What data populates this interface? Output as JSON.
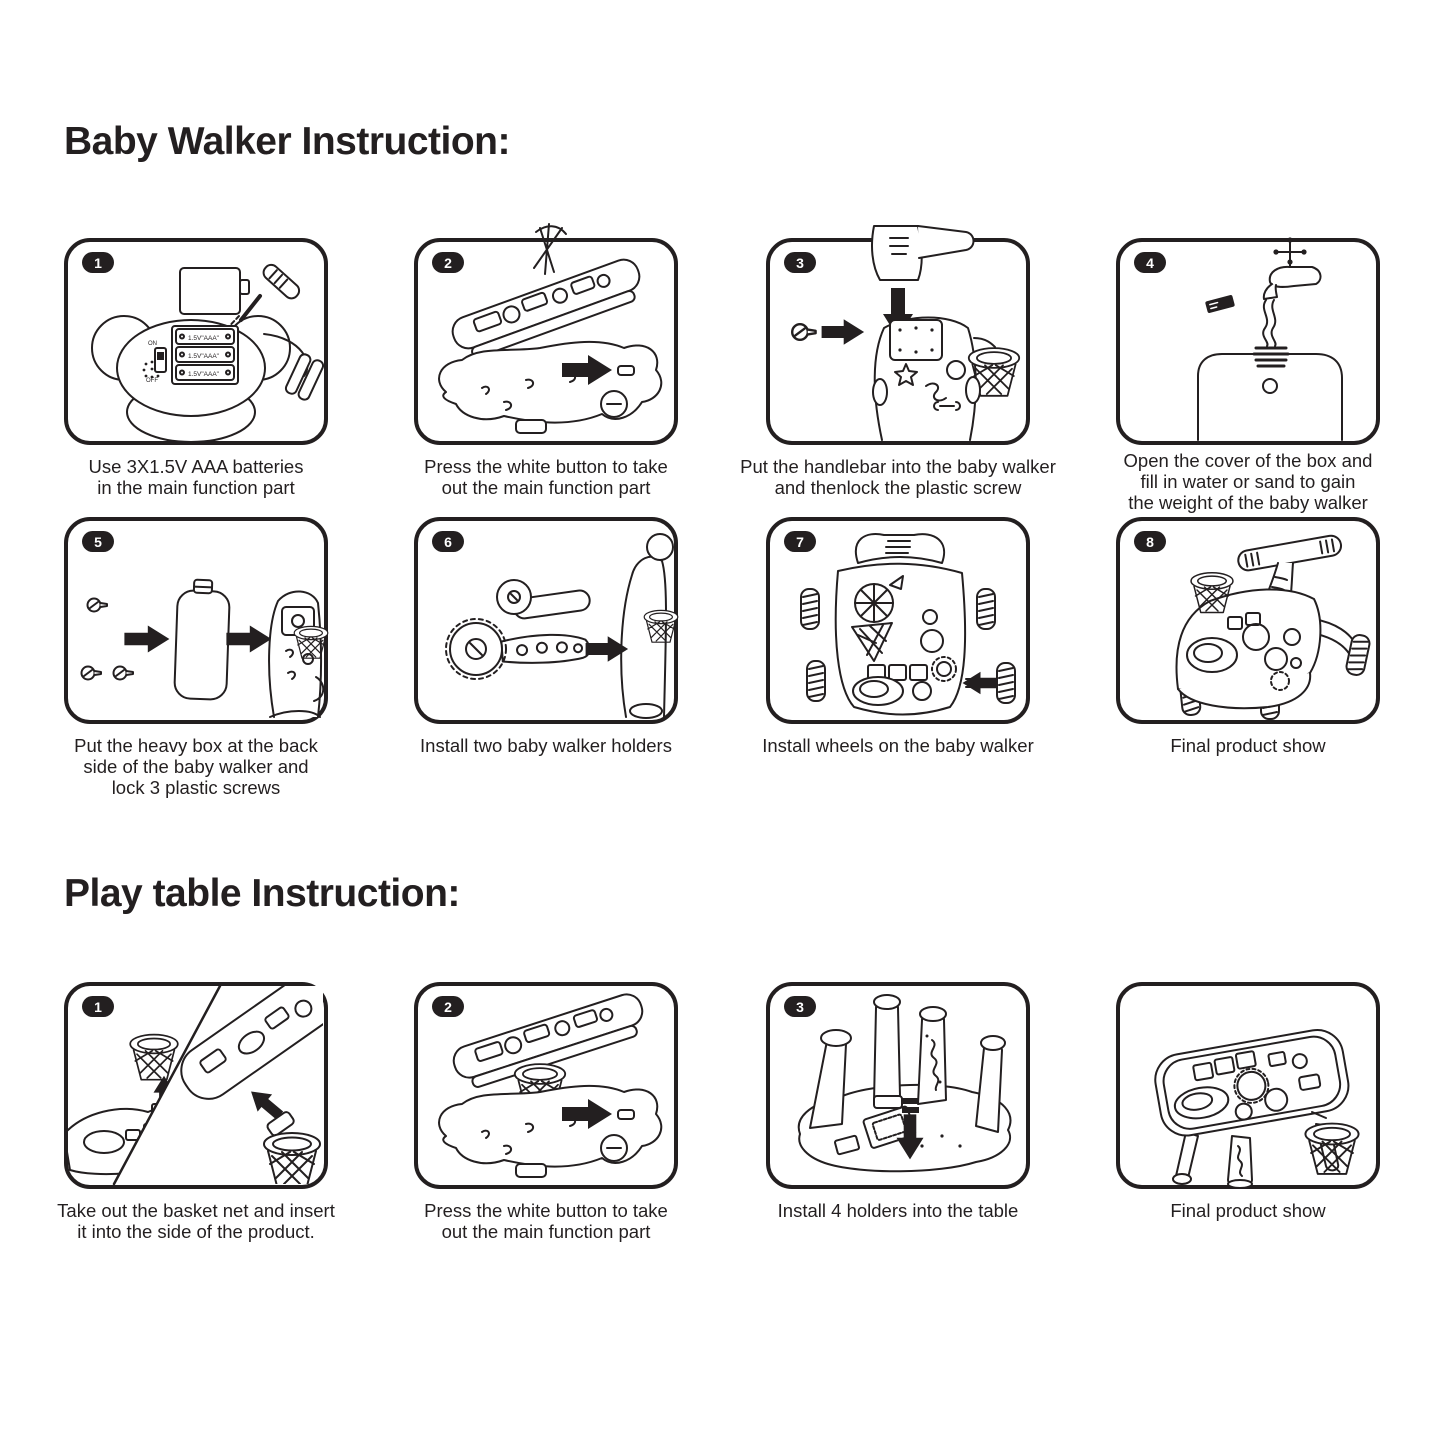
{
  "colors": {
    "ink": "#231f20",
    "paper": "#ffffff"
  },
  "art_labels": {
    "battery": "1.5V\"AAA\"",
    "switch_on": "ON",
    "switch_off": "OFF"
  },
  "sections": [
    {
      "title": "Baby Walker Instruction:",
      "steps": [
        {
          "badge": "1",
          "caption": "Use 3X1.5V AAA batteries\nin the main function part"
        },
        {
          "badge": "2",
          "caption": "Press the white button to take\nout the main function part"
        },
        {
          "badge": "3",
          "caption": "Put the handlebar into the baby walker\nand thenlock the plastic screw"
        },
        {
          "badge": "4",
          "caption": "Open the cover of the box and\nfill in water or sand to gain\nthe weight of the baby walker"
        },
        {
          "badge": "5",
          "caption": "Put the heavy box at the back\nside of the baby walker and\nlock 3 plastic screws"
        },
        {
          "badge": "6",
          "caption": "Install two baby walker holders"
        },
        {
          "badge": "7",
          "caption": "Install wheels on the baby walker"
        },
        {
          "badge": "8",
          "caption": "Final product show"
        }
      ]
    },
    {
      "title": "Play table Instruction:",
      "steps": [
        {
          "badge": "1",
          "caption": "Take out the basket net and insert\nit into the side of the product."
        },
        {
          "badge": "2",
          "caption": "Press the white button to take\nout the main function part"
        },
        {
          "badge": "3",
          "caption": "Install 4 holders into the table"
        },
        {
          "badge": "",
          "caption": "Final product show"
        }
      ]
    }
  ]
}
